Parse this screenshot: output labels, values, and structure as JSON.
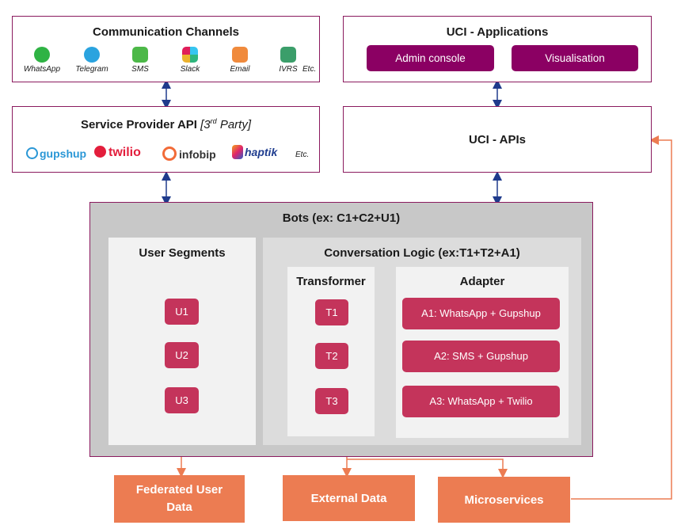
{
  "comm": {
    "title": "Communication Channels",
    "channels": [
      {
        "label": "WhatsApp",
        "icon": "whatsapp-icon",
        "color": "#2fb344"
      },
      {
        "label": "Telegram",
        "icon": "telegram-icon",
        "color": "#2aa3df"
      },
      {
        "label": "SMS",
        "icon": "sms-icon",
        "color": "#4cb848"
      },
      {
        "label": "Slack",
        "icon": "slack-icon",
        "color": "#e01e5a"
      },
      {
        "label": "Email",
        "icon": "email-icon",
        "color": "#f08a3c"
      },
      {
        "label": "IVRS",
        "icon": "ivrs-icon",
        "color": "#3b9e6a"
      }
    ],
    "etc": "Etc."
  },
  "uci_apps": {
    "title": "UCI - Applications",
    "buttons": [
      "Admin console",
      "Visualisation"
    ]
  },
  "spapi": {
    "title": "Service Provider API ",
    "party_prefix": "[3",
    "party_sup": "rd",
    "party_suffix": " Party]",
    "providers": [
      {
        "name": "gupshup",
        "color": "#2a97d6"
      },
      {
        "name": "twilio",
        "color": "#e31e3c"
      },
      {
        "name": "infobip",
        "color": "#333333"
      },
      {
        "name": "haptik",
        "color": "#1f3d8f"
      }
    ],
    "etc": "Etc."
  },
  "uci_apis": {
    "title": "UCI - APIs"
  },
  "bots": {
    "title": "Bots (ex: C1+C2+U1)",
    "user_segments": {
      "title": "User Segments",
      "items": [
        "U1",
        "U2",
        "U3"
      ]
    },
    "conv_logic": {
      "title": "Conversation Logic (ex:T1+T2+A1)",
      "transformer": {
        "title": "Transformer",
        "items": [
          "T1",
          "T2",
          "T3"
        ]
      },
      "adapter": {
        "title": "Adapter",
        "items": [
          "A1: WhatsApp + Gupshup",
          "A2: SMS + Gupshup",
          "A3: WhatsApp + Twilio"
        ]
      }
    }
  },
  "bottom": {
    "federated": "Federated User Data",
    "external": "External Data",
    "micro": "Microservices"
  },
  "colors": {
    "border": "#8a1a5e",
    "purple": "#8b0063",
    "chip": "#c4345b",
    "orange": "#ec7c52",
    "arrow_blue": "#1f3b8c",
    "arrow_orange": "#ec7c52"
  }
}
